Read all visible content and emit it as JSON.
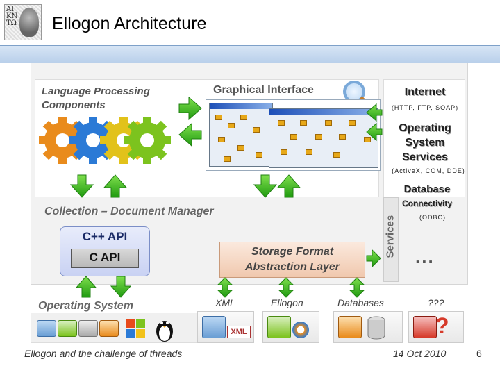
{
  "slide": {
    "title": "Ellogon Architecture",
    "footer": "Ellogon and the challenge of threads",
    "date": "14 Oct 2010",
    "page_number": "6"
  },
  "logo": {
    "text": "ΑΙ\nΚΝ\nΤΩ"
  },
  "left_panel": {
    "lp_line1": "Language Processing",
    "lp_line2": "Components",
    "cdm_label": "Collection – Document Manager",
    "cpp_api": "C++ API",
    "c_api": "C API",
    "storage_line1": "Storage Format",
    "storage_line2": "Abstraction Layer",
    "os_label": "Operating System"
  },
  "gui": {
    "label": "Graphical Interface"
  },
  "services": {
    "label": "Services",
    "internet": "Internet",
    "internet_proto": "(HTTP, FTP, SOAP)",
    "os_line1": "Operating",
    "os_line2": "System",
    "os_line3": "Services",
    "os_proto": "(ActiveX, COM, DDE)",
    "db_line1": "Database",
    "db_line2": "Connectivity",
    "db_proto": "(ODBC)",
    "more": "..."
  },
  "formats": {
    "xml": "XML",
    "ellogon": "Ellogon",
    "databases": "Databases",
    "unknown": "???",
    "xml_icon_label": "XML"
  },
  "colors": {
    "arrow_green": "#3fbf1f",
    "arrow_dark": "#1f7f10",
    "accent_blue": "#b8cfea"
  },
  "icons": [
    "gears-icon",
    "magnifier-icon",
    "folder-icon",
    "windows-icon",
    "penguin-icon",
    "database-icon",
    "question-icon"
  ]
}
